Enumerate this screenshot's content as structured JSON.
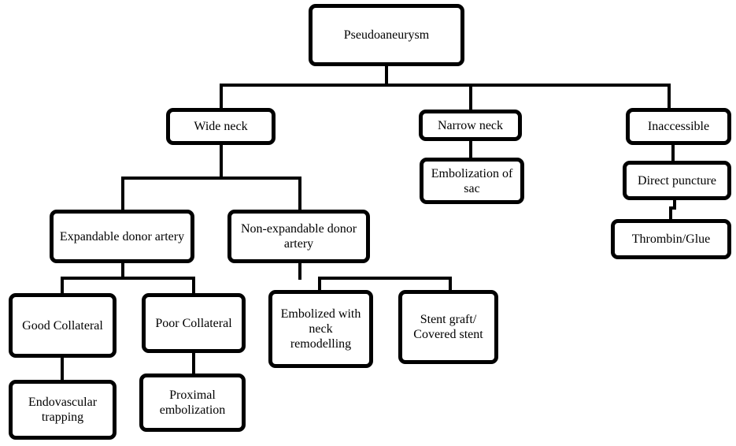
{
  "diagram": {
    "root": "Pseudoaneurysm",
    "wide_neck": "Wide neck",
    "narrow_neck": "Narrow neck",
    "inaccessible": "Inaccessible",
    "embolization_of_sac": "Embolization of sac",
    "direct_puncture": "Direct puncture",
    "thrombin_glue": "Thrombin/Glue",
    "expandable_donor_artery": "Expandable donor artery",
    "non_expandable_donor_artery": "Non-expandable donor artery",
    "good_collateral": "Good Collateral",
    "poor_collateral": "Poor Collateral",
    "embolized_with_neck_remodelling": "Embolized with neck remodelling",
    "stent_graft_covered_stent": "Stent graft/ Covered stent",
    "endovascular_trapping": "Endovascular trapping",
    "proximal_embolization": "Proximal embolization"
  },
  "colors": {
    "stroke": "#000000",
    "fill": "#ffffff"
  }
}
